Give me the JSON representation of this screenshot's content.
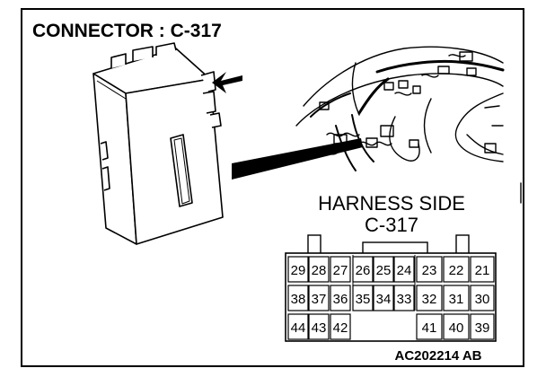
{
  "diagram": {
    "title": "CONNECTOR : C-317",
    "harness_label": "HARNESS SIDE",
    "harness_code": "C-317",
    "figure_id": "AC202214 AB",
    "pins": {
      "row1": [
        "29",
        "28",
        "27",
        "26",
        "25",
        "24",
        "23",
        "22",
        "21"
      ],
      "row2": [
        "38",
        "37",
        "36",
        "35",
        "34",
        "33",
        "32",
        "31",
        "30"
      ],
      "row3_left": [
        "44",
        "43",
        "42"
      ],
      "row3_right": [
        "41",
        "40",
        "39"
      ]
    }
  }
}
